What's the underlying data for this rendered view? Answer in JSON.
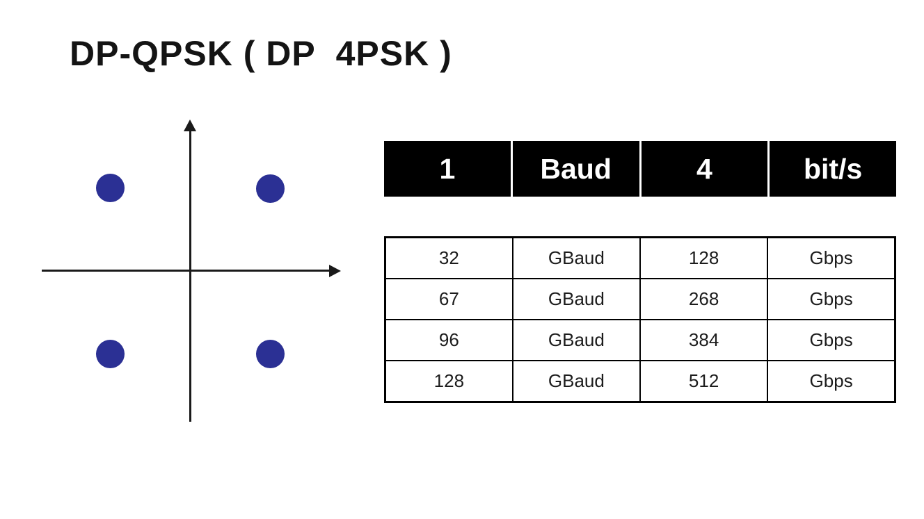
{
  "slide": {
    "title": "DP-QPSK ( DP  4PSK )",
    "background_color": "#ffffff"
  },
  "constellation": {
    "dot_color": "#2b3094",
    "axis_color": "#1a1a1a",
    "points": [
      {
        "position": "upper-left"
      },
      {
        "position": "upper-right"
      },
      {
        "position": "lower-left"
      },
      {
        "position": "lower-right"
      }
    ]
  },
  "rate_table": {
    "header": {
      "background_color": "#000000",
      "text_color": "#ffffff",
      "cells": [
        "1",
        "Baud",
        "4",
        "bit/s"
      ]
    },
    "rows": [
      [
        "32",
        "GBaud",
        "128",
        "Gbps"
      ],
      [
        "67",
        "GBaud",
        "268",
        "Gbps"
      ],
      [
        "96",
        "GBaud",
        "384",
        "Gbps"
      ],
      [
        "128",
        "GBaud",
        "512",
        "Gbps"
      ]
    ]
  }
}
